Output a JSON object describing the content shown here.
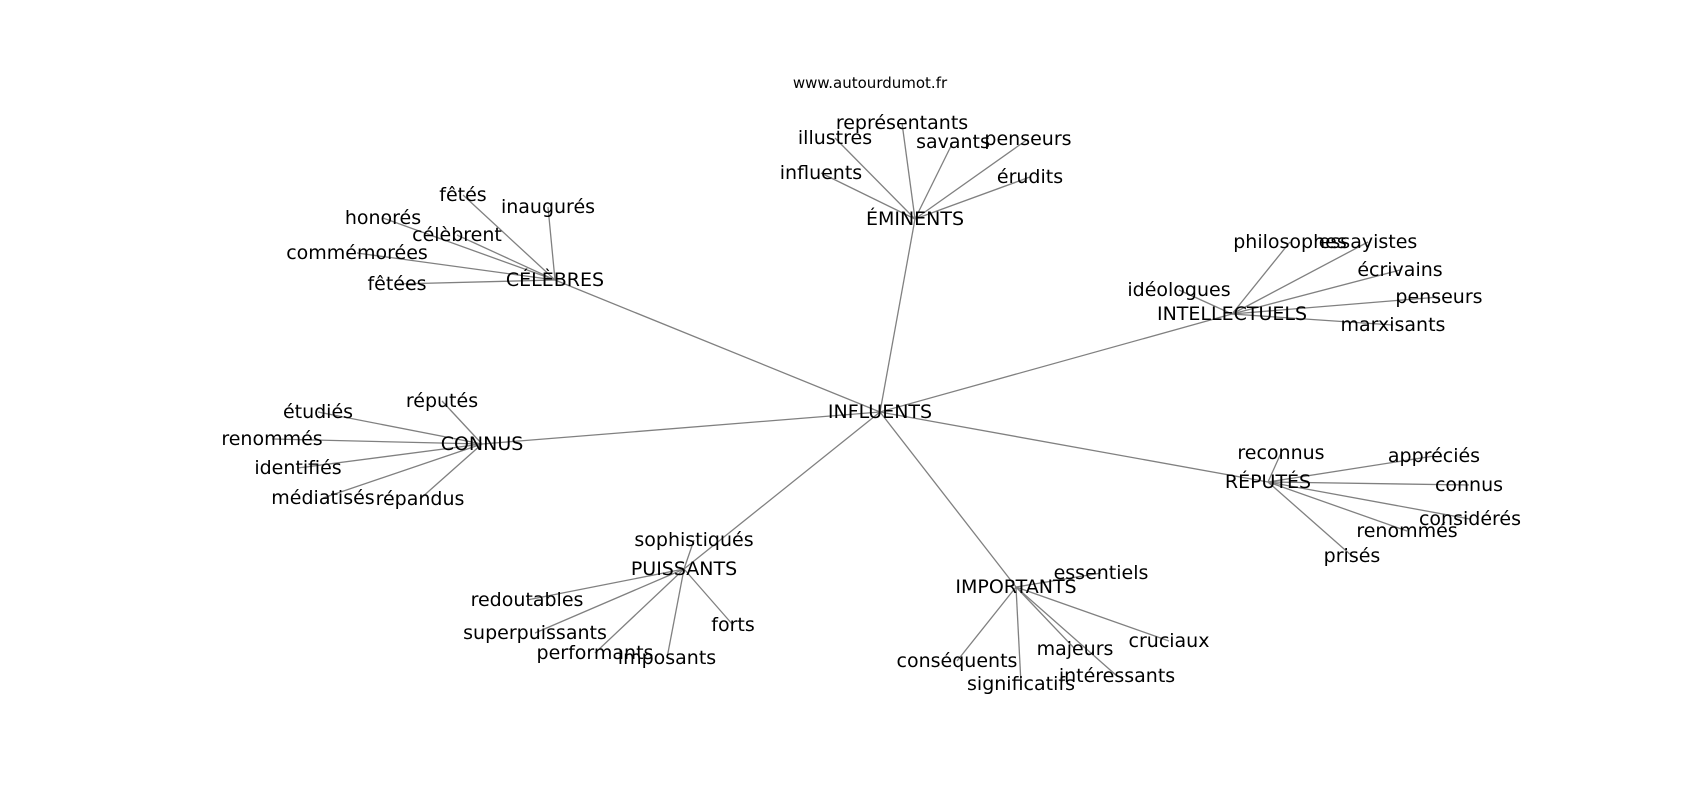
{
  "watermark": "www.autourdumot.fr",
  "graph": {
    "root": "INFLUENTS",
    "groups": [
      {
        "label": "ÉMINENTS",
        "words": [
          "représentants",
          "illustres",
          "savants",
          "penseurs",
          "influents",
          "érudits"
        ]
      },
      {
        "label": "CÉLÈBRES",
        "words": [
          "fêtés",
          "inaugurés",
          "honorés",
          "célèbrent",
          "commémorées",
          "fêtées"
        ]
      },
      {
        "label": "INTELLECTUELS",
        "words": [
          "philosophes",
          "essayistes",
          "écrivains",
          "penseurs",
          "idéologues",
          "marxisants"
        ]
      },
      {
        "label": "CONNUS",
        "words": [
          "réputés",
          "étudiés",
          "renommés",
          "identifiés",
          "médiatisés",
          "répandus"
        ]
      },
      {
        "label": "RÉPUTÉS",
        "words": [
          "reconnus",
          "appréciés",
          "connus",
          "considérés",
          "renommés",
          "prisés"
        ]
      },
      {
        "label": "PUISSANTS",
        "words": [
          "sophistiqués",
          "redoutables",
          "superpuissants",
          "performants",
          "imposants",
          "forts"
        ]
      },
      {
        "label": "IMPORTANTS",
        "words": [
          "essentiels",
          "cruciaux",
          "majeurs",
          "conséquents",
          "significatifs",
          "intéressants"
        ]
      }
    ]
  }
}
